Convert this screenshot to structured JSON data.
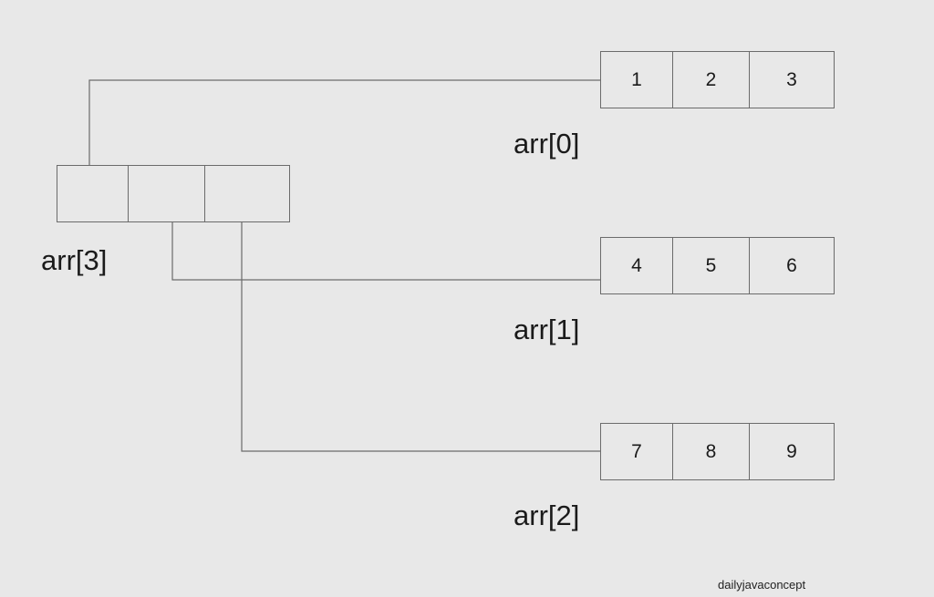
{
  "diagram": {
    "pointer_array": {
      "label": "arr[3]",
      "cells": [
        "",
        "",
        ""
      ]
    },
    "rows": [
      {
        "label": "arr[0]",
        "cells": [
          "1",
          "2",
          "3"
        ]
      },
      {
        "label": "arr[1]",
        "cells": [
          "4",
          "5",
          "6"
        ]
      },
      {
        "label": "arr[2]",
        "cells": [
          "7",
          "8",
          "9"
        ]
      }
    ],
    "watermark": "dailyjavaconcept"
  },
  "colors": {
    "background": "#e8e8e8",
    "line": "#6b6b6b",
    "text": "#1a1a1a"
  }
}
